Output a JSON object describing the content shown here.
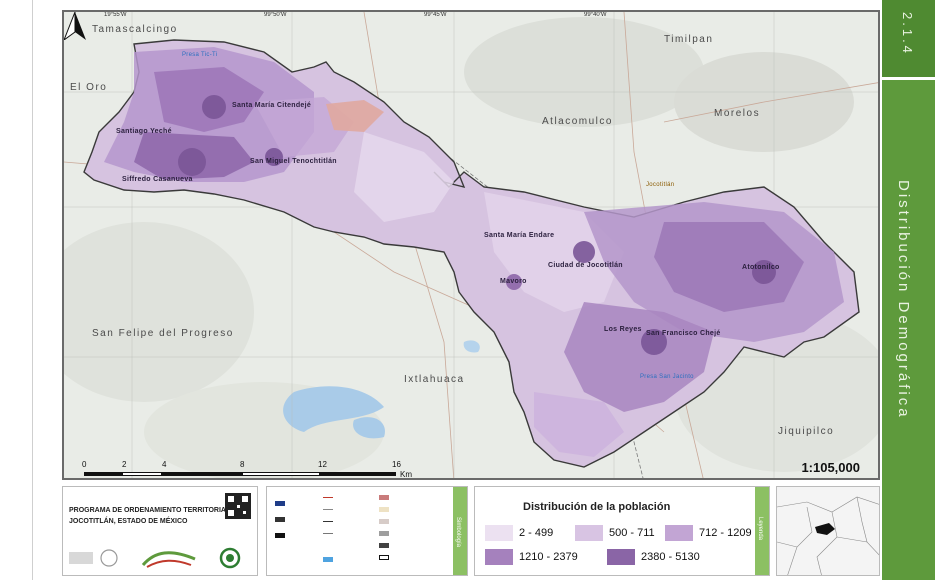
{
  "section": {
    "code": "2.1.4",
    "title": "Distribución Demográfica"
  },
  "map": {
    "places": [
      {
        "name": "Tamascalcingo",
        "kind": "region"
      },
      {
        "name": "Timilpan",
        "kind": "region"
      },
      {
        "name": "El Oro",
        "kind": "region"
      },
      {
        "name": "Atlacomulco",
        "kind": "region"
      },
      {
        "name": "Morelos",
        "kind": "region"
      },
      {
        "name": "San Felipe del Progreso",
        "kind": "region"
      },
      {
        "name": "Ixtlahuaca",
        "kind": "region"
      },
      {
        "name": "Jiquipilco",
        "kind": "region"
      },
      {
        "name": "Santa María Citendejé",
        "kind": "locality"
      },
      {
        "name": "Santiago Yeché",
        "kind": "locality"
      },
      {
        "name": "San Miguel Tenochtitlán",
        "kind": "locality"
      },
      {
        "name": "Siffredo Casanueva",
        "kind": "locality"
      },
      {
        "name": "Santa María Endare",
        "kind": "locality"
      },
      {
        "name": "Ciudad de Jocotitlán",
        "kind": "locality"
      },
      {
        "name": "Atotonilco",
        "kind": "locality"
      },
      {
        "name": "Mavoro",
        "kind": "locality"
      },
      {
        "name": "Los Reyes",
        "kind": "locality"
      },
      {
        "name": "San Francisco Chejé",
        "kind": "locality"
      },
      {
        "name": "Presa Tic-Ti",
        "kind": "water"
      },
      {
        "name": "Presa San Jacinto",
        "kind": "water"
      },
      {
        "name": "Jocotitlán",
        "kind": "town"
      }
    ],
    "scale": {
      "ticks": [
        "0",
        "2",
        "4",
        "8",
        "12",
        "16"
      ],
      "unit": "Km",
      "ratio": "1:105,000"
    }
  },
  "program": {
    "title_line1": "PROGRAMA DE ORDENAMIENTO TERRITORIAL",
    "title_line2": "JOCOTITLÁN, ESTADO DE MÉXICO"
  },
  "symbology": {
    "tab": "Simbología"
  },
  "legend": {
    "title": "Distribución de la población",
    "tab": "Leyenda",
    "classes": [
      {
        "label": "2 - 499",
        "color": "#ece1f1"
      },
      {
        "label": "500 - 711",
        "color": "#d8c4e3"
      },
      {
        "label": "712 - 1209",
        "color": "#c2a5d4"
      },
      {
        "label": "1210 - 2379",
        "color": "#a581bd"
      },
      {
        "label": "2380 - 5130",
        "color": "#8a65a6"
      }
    ]
  },
  "colors": {
    "band": "#5e9a3c",
    "tab": "#8cc063"
  }
}
